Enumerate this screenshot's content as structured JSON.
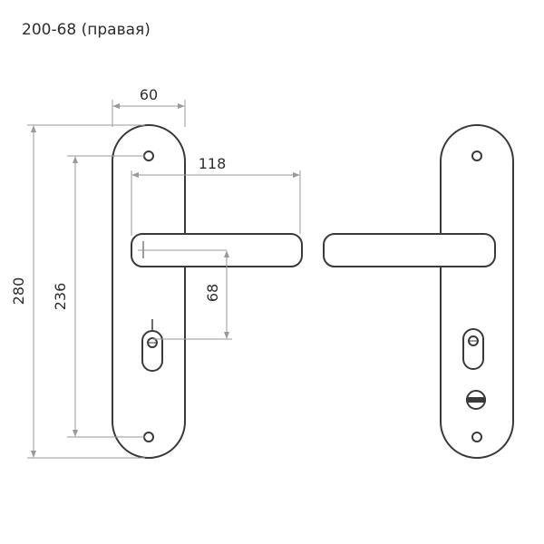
{
  "title": "200-68 (правая)",
  "dimensions": {
    "plate_width": "60",
    "handle_length": "118",
    "total_height": "280",
    "hole_spacing": "236",
    "center_distance": "68"
  }
}
